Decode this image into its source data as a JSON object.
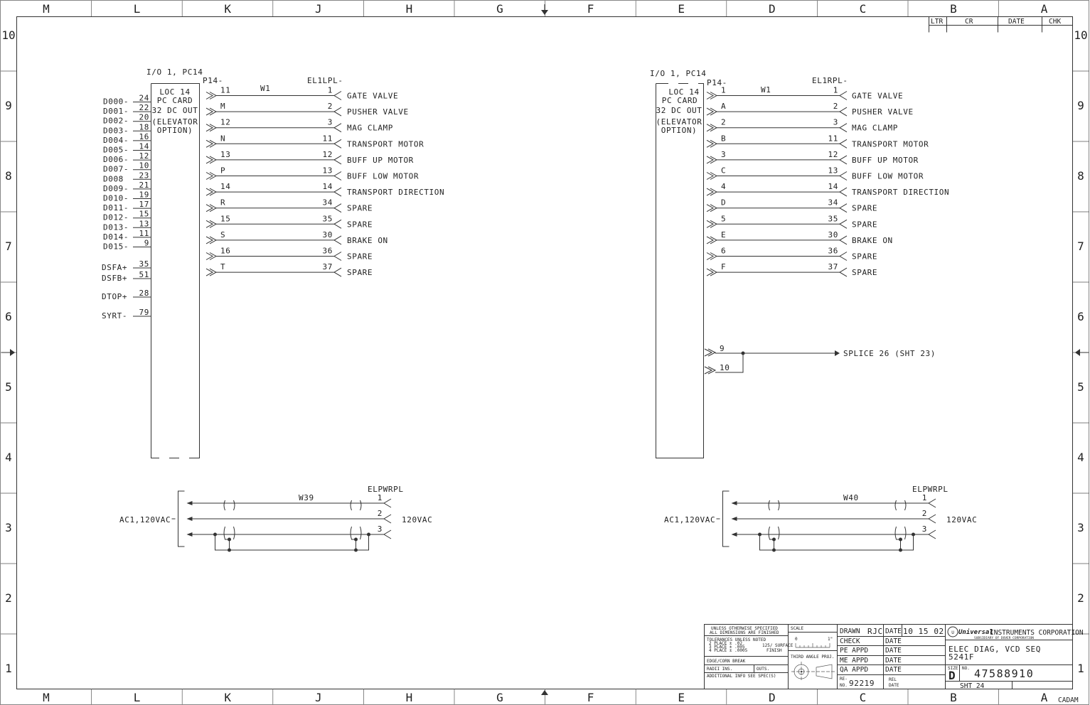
{
  "border": {
    "cols_top": [
      "M",
      "L",
      "K",
      "J",
      "H",
      "G",
      "F",
      "E",
      "D",
      "C",
      "B",
      "A"
    ],
    "cols_bottom": [
      "M",
      "L",
      "K",
      "J",
      "H",
      "G",
      "F",
      "E",
      "D",
      "C",
      "B",
      "A"
    ],
    "rows": [
      "10",
      "9",
      "8",
      "7",
      "6",
      "5",
      "4",
      "3",
      "2",
      "1"
    ],
    "cadam": "CADAM"
  },
  "revision_block": {
    "ltr": "LTR",
    "cr": "CR",
    "date": "DATE",
    "chk": "CHK"
  },
  "left_card": {
    "title": "I/O 1, PC14",
    "desc": [
      "LOC 14",
      "PC CARD",
      "32 DC OUT",
      "(ELEVATOR",
      "OPTION)"
    ],
    "connector": "P14-",
    "wire": "W1",
    "harness": "EL1LPL-",
    "in_signals": [
      {
        "name": "D000-",
        "pin": "24"
      },
      {
        "name": "D001-",
        "pin": "22"
      },
      {
        "name": "D002-",
        "pin": "20"
      },
      {
        "name": "D003-",
        "pin": "18"
      },
      {
        "name": "D004-",
        "pin": "16"
      },
      {
        "name": "D005-",
        "pin": "14"
      },
      {
        "name": "D006-",
        "pin": "12"
      },
      {
        "name": "D007-",
        "pin": "10"
      },
      {
        "name": "D008",
        "pin": "23"
      },
      {
        "name": "D009-",
        "pin": "21"
      },
      {
        "name": "D010-",
        "pin": "19"
      },
      {
        "name": "D011-",
        "pin": "17"
      },
      {
        "name": "D012-",
        "pin": "15"
      },
      {
        "name": "D013-",
        "pin": "13"
      },
      {
        "name": "D014-",
        "pin": "11"
      },
      {
        "name": "D015-",
        "pin": "9"
      }
    ],
    "extra_signals": [
      {
        "name": "DSFA+",
        "pin": "35"
      },
      {
        "name": "DSFB+",
        "pin": "51"
      },
      {
        "name": "DTOP+",
        "pin": "28"
      },
      {
        "name": "SYRT-",
        "pin": "79"
      }
    ],
    "outputs": [
      {
        "p14": "11",
        "pin": "1",
        "label": "GATE VALVE"
      },
      {
        "p14": "M",
        "pin": "2",
        "label": "PUSHER VALVE"
      },
      {
        "p14": "12",
        "pin": "3",
        "label": "MAG CLAMP"
      },
      {
        "p14": "N",
        "pin": "11",
        "label": "TRANSPORT MOTOR"
      },
      {
        "p14": "13",
        "pin": "12",
        "label": "BUFF UP MOTOR"
      },
      {
        "p14": "P",
        "pin": "13",
        "label": "BUFF LOW MOTOR"
      },
      {
        "p14": "14",
        "pin": "14",
        "label": "TRANSPORT DIRECTION"
      },
      {
        "p14": "R",
        "pin": "34",
        "label": "SPARE"
      },
      {
        "p14": "15",
        "pin": "35",
        "label": "SPARE"
      },
      {
        "p14": "S",
        "pin": "30",
        "label": "BRAKE ON"
      },
      {
        "p14": "16",
        "pin": "36",
        "label": "SPARE"
      },
      {
        "p14": "T",
        "pin": "37",
        "label": "SPARE"
      }
    ]
  },
  "right_card": {
    "title": "I/O 1, PC14",
    "desc": [
      "LOC 14",
      "PC CARD",
      "32 DC OUT",
      "(ELEVATOR",
      "OPTION)"
    ],
    "connector": "P14-",
    "wire": "W1",
    "harness": "EL1RPL-",
    "outputs": [
      {
        "p14": "1",
        "pin": "1",
        "label": "GATE VALVE"
      },
      {
        "p14": "A",
        "pin": "2",
        "label": "PUSHER VALVE"
      },
      {
        "p14": "2",
        "pin": "3",
        "label": "MAG CLAMP"
      },
      {
        "p14": "B",
        "pin": "11",
        "label": "TRANSPORT MOTOR"
      },
      {
        "p14": "3",
        "pin": "12",
        "label": "BUFF UP MOTOR"
      },
      {
        "p14": "C",
        "pin": "13",
        "label": "BUFF LOW MOTOR"
      },
      {
        "p14": "4",
        "pin": "14",
        "label": "TRANSPORT DIRECTION"
      },
      {
        "p14": "D",
        "pin": "34",
        "label": "SPARE"
      },
      {
        "p14": "5",
        "pin": "35",
        "label": "SPARE"
      },
      {
        "p14": "E",
        "pin": "30",
        "label": "BRAKE ON"
      },
      {
        "p14": "6",
        "pin": "36",
        "label": "SPARE"
      },
      {
        "p14": "F",
        "pin": "37",
        "label": "SPARE"
      }
    ],
    "splice": {
      "pin_a": "9",
      "pin_b": "10",
      "label": "SPLICE 26 (SHT 23)"
    }
  },
  "left_power": {
    "source": "AC1,120VAC",
    "wire": "W39",
    "plug": "ELPWRPL",
    "pins": [
      "1",
      "2",
      "3"
    ],
    "voltage": "120VAC"
  },
  "right_power": {
    "source": "AC1,120VAC",
    "wire": "W40",
    "plug": "ELPWRPL",
    "pins": [
      "1",
      "2",
      "3"
    ],
    "voltage": "120VAC"
  },
  "title_block": {
    "notes": [
      "UNLESS OTHERWISE SPECIFIED",
      "ALL DIMENSIONS ARE FINISHED"
    ],
    "tolerances": [
      "TOLERANCES UNLESS NOTED",
      "2 PLACE ± .02",
      "3 PLACE ± .005",
      "4 PLACE ± .0005"
    ],
    "surface": [
      "125/ SURFACE",
      "FINISH"
    ],
    "edge": "EDGE/CORN BREAK",
    "radii": "RADII INS.",
    "outs": "OUTS.",
    "additional": "ADDITIONAL INFO SEE SPEC(S)",
    "scale_label": "SCALE",
    "scale_zero": "0",
    "scale_one": "1\"",
    "projection": "THIRD ANGLE PROJ.",
    "drawn_label": "DRAWN",
    "drawn_by": "RJC",
    "date_label": "DATE",
    "drawn_date": "10 15 02",
    "check_label": "CHECK",
    "pe_label": "PE APPD",
    "me_label": "ME APPD",
    "qa_label": "QA APPD",
    "re_label": [
      "RE-",
      "NO."
    ],
    "re_no": "92219",
    "rel_label": [
      "REL",
      "DATE"
    ],
    "company_logo": "Universal",
    "company": "INSTRUMENTS CORPORATION",
    "subsidiary": "SUBSIDIARY OF DOVER CORPORATION",
    "title_lines": [
      "ELEC DIAG, VCD SEQ",
      "5241F"
    ],
    "size_label": "SIZE",
    "size": "D",
    "no_label": "NO.",
    "drawing_no": "47588910",
    "sheet": "SHT 24"
  }
}
